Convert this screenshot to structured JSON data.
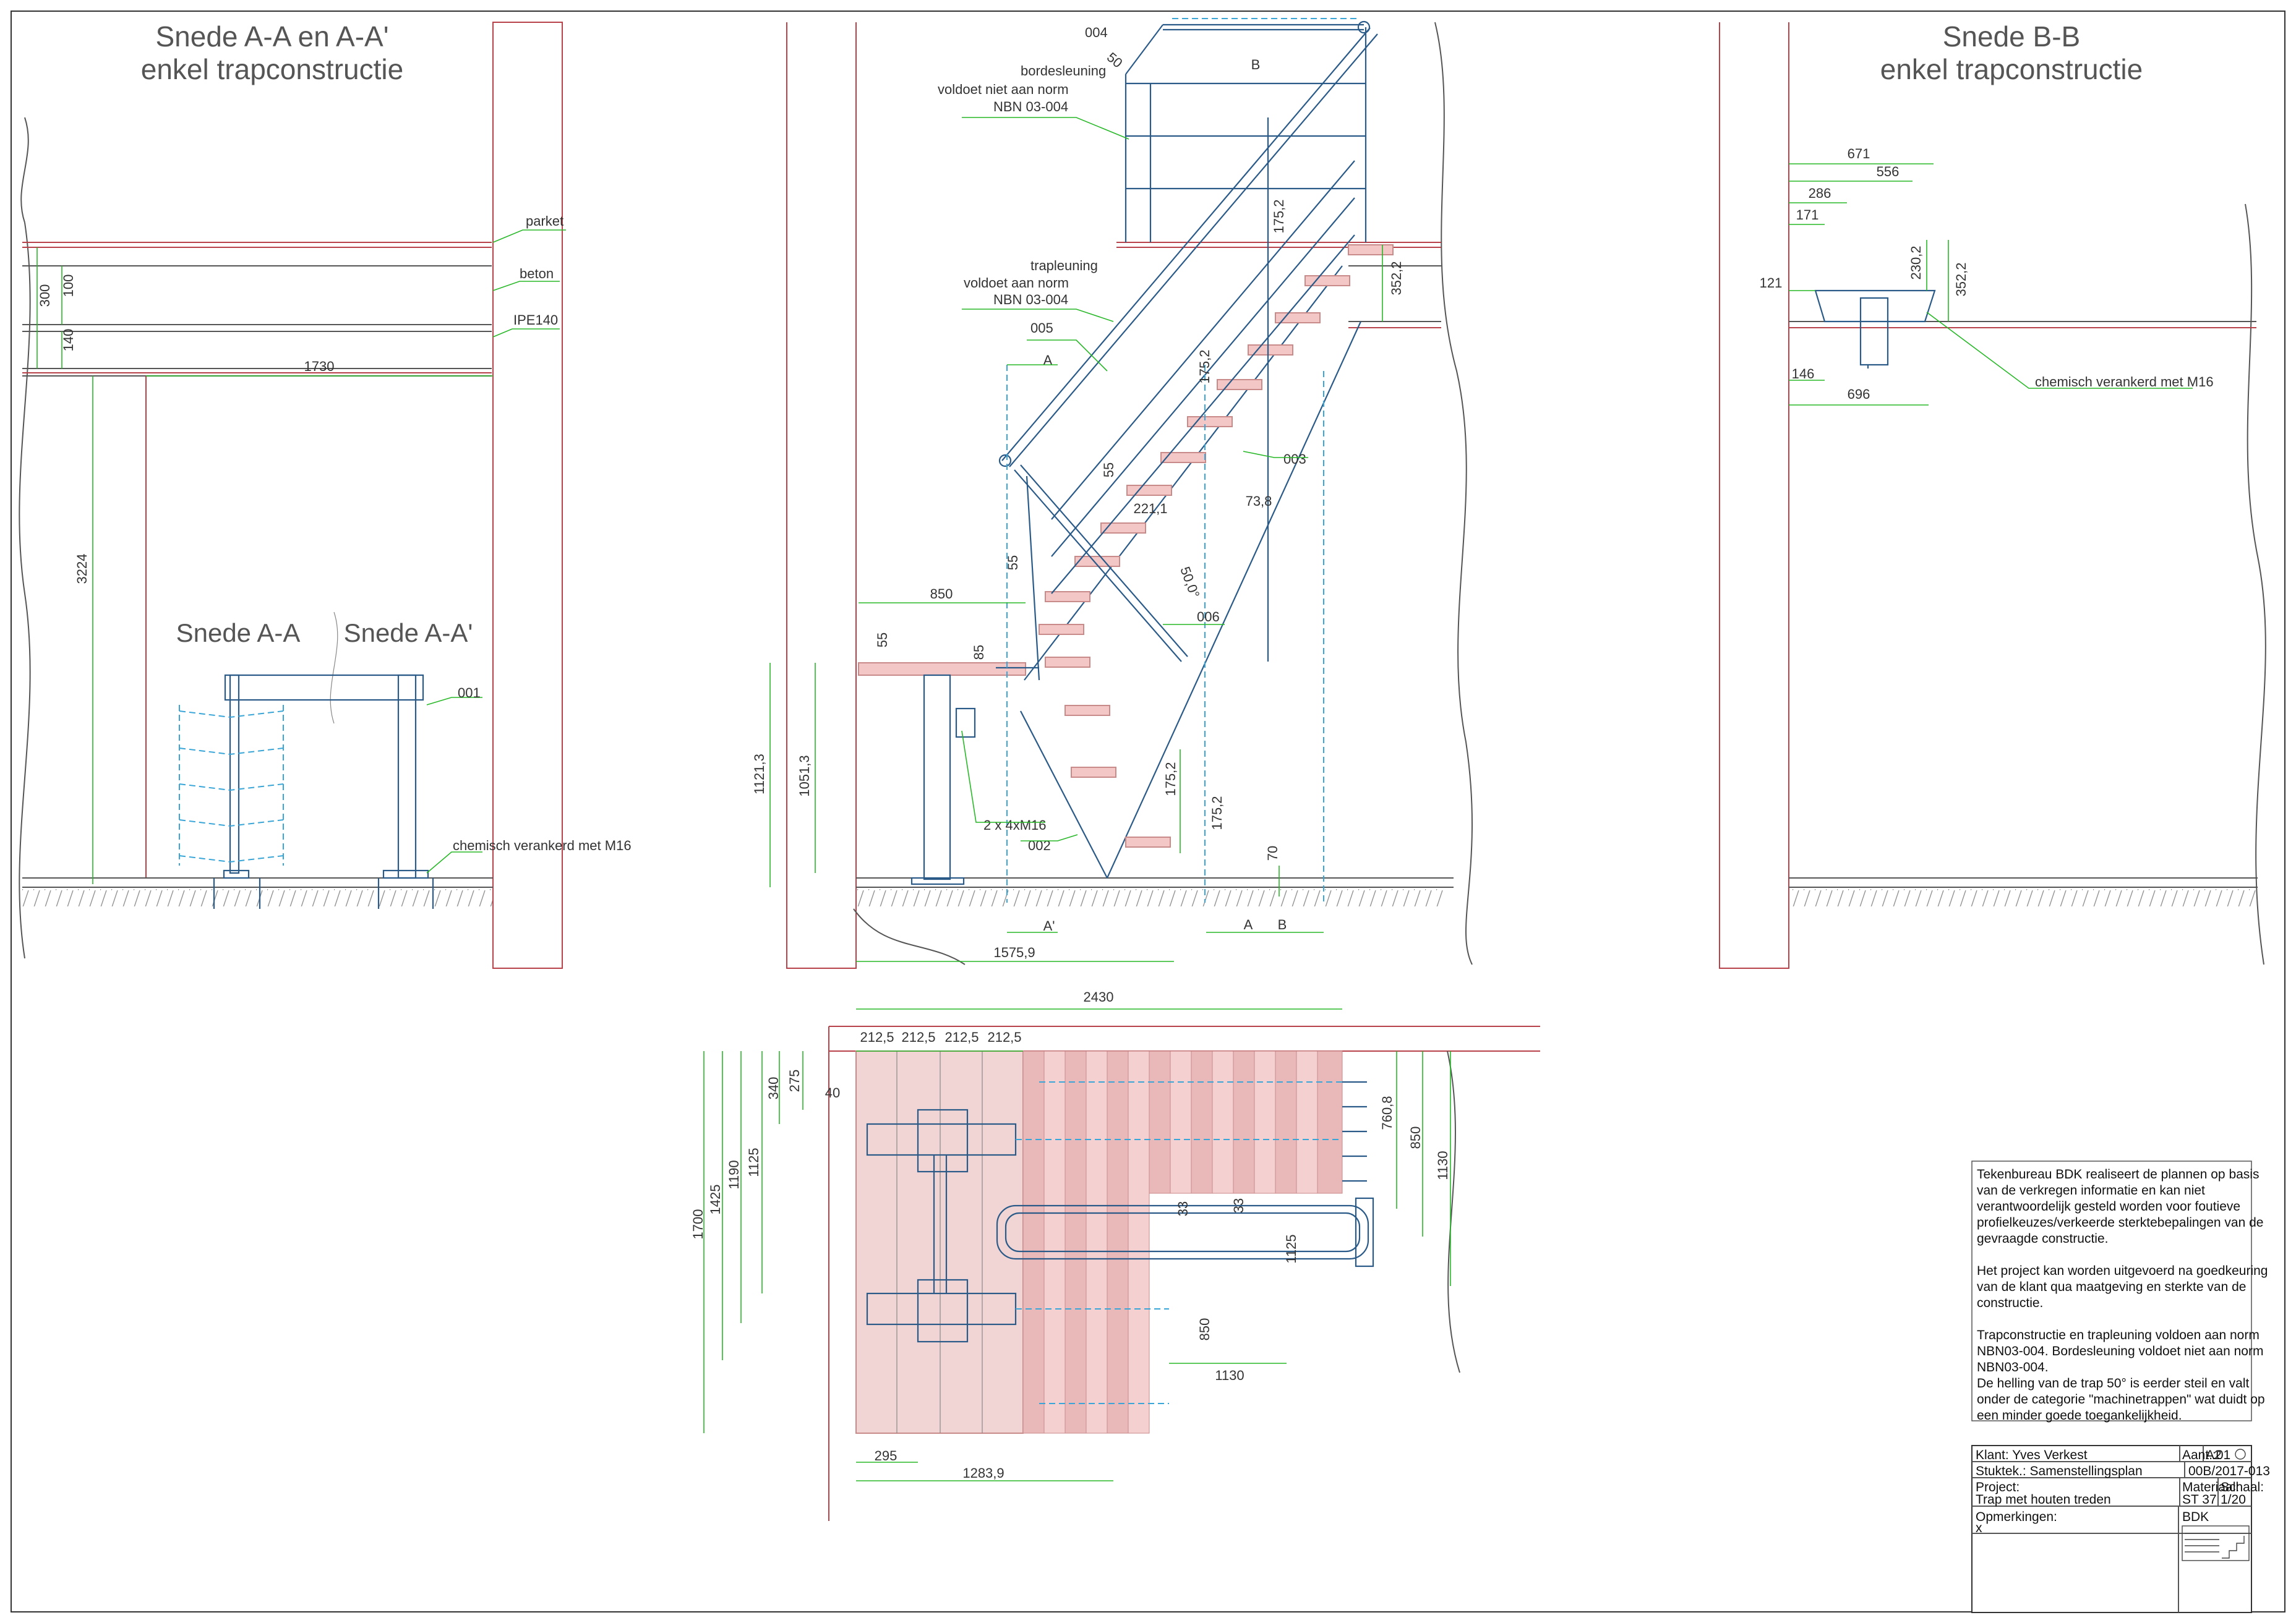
{
  "sections": {
    "section_aa_title": "Snede A-A en A-A'",
    "section_aa_subtitle": "enkel trapconstructie",
    "section_bb_title": "Snede B-B",
    "section_bb_subtitle": "enkel trapconstructie",
    "snede_aa": "Snede A-A",
    "snede_aa_prime": "Snede A-A'"
  },
  "labels": {
    "parket": "parket",
    "beton": "beton",
    "ipe140": "IPE140",
    "chem1": "chemisch verankerd met M16",
    "chem2": "chemisch verankerd met M16",
    "bordes_1": "bordesleuning",
    "bordes_2": "voldoet niet aan norm",
    "bordes_3": "NBN 03-004",
    "trap_1": "trapleuning",
    "trap_2": "voldoet aan norm",
    "trap_3": "NBN 03-004",
    "bolts": "2 x 4xM16",
    "angle": "50,0°"
  },
  "parts": {
    "p001": "001",
    "p002": "002",
    "p003": "003",
    "p004": "004",
    "p005": "005",
    "p006": "006"
  },
  "section_marks": {
    "a": "A",
    "a_prime": "A'",
    "b": "B"
  },
  "dims": {
    "d300": "300",
    "d100": "100",
    "d140": "140",
    "d1730": "1730",
    "d3224": "3224",
    "d850": "850",
    "d55a": "55",
    "d85": "85",
    "d1121": "1121,3",
    "d1051": "1051,3",
    "d1575": "1575,9",
    "d70": "70",
    "d175a": "175,2",
    "d175b": "175,2",
    "d175c": "175,2",
    "d175d": "175,2",
    "d352a": "352,2",
    "d55b": "55",
    "d55c": "55",
    "d221": "221,1",
    "d738": "73,8",
    "d50": "50",
    "bb671": "671",
    "bb556": "556",
    "bb286": "286",
    "bb171": "171",
    "bb121": "121",
    "bb146": "146",
    "bb696": "696",
    "bb230": "230,2",
    "bb352": "352,2",
    "p2430": "2430",
    "p212a": "212,5",
    "p212b": "212,5",
    "p212c": "212,5",
    "p212d": "212,5",
    "p340": "340",
    "p275": "275",
    "p40": "40",
    "p1700": "1700",
    "p1425": "1425",
    "p1190": "1190",
    "p1125a": "1125",
    "p760": "760,8",
    "p850a": "850",
    "p1130a": "1130",
    "p33a": "33",
    "p33b": "33",
    "p1125b": "1125",
    "p850b": "850",
    "p1130b": "1130",
    "p295": "295",
    "p1283": "1283,9"
  },
  "notes": {
    "n1": "Tekenbureau BDK realiseert de plannen op basis",
    "n2": "van de verkregen informatie en kan niet",
    "n3": "verantwoordelijk gesteld worden voor foutieve",
    "n4": "profielkeuzes/verkeerde sterktebepalingen van de",
    "n5": "gevraagde constructie.",
    "n6": "Het project kan worden uitgevoerd na goedkeuring",
    "n7": "van de klant qua maatgeving en sterkte van de",
    "n8": "constructie.",
    "n9": "Trapconstructie en trapleuning voldoen aan norm",
    "n10": "NBN03-004. Bordesleuning voldoet niet aan norm",
    "n11": "NBN03-004.",
    "n12": "De helling van de trap 50° is eerder steil en valt",
    "n13": "onder de categorie \"machinetrappen\" wat duidt op",
    "n14": "een minder goede toegankelijkheid."
  },
  "title_block": {
    "klant": "Klant: Yves Verkest",
    "aant": "Aant.:01",
    "format": "A2",
    "stuktek": "Stuktek.: Samenstellingsplan",
    "nummer": "00B/2017-013",
    "project_label": "Project:",
    "project_value": "Trap met houten treden",
    "materiaal_label": "Materiaal:",
    "materiaal_value": "ST 37",
    "schaal_label": "Schaal:",
    "schaal_value": "1/20",
    "opmerkingen_label": "Opmerkingen:",
    "opmerkingen_value": "x",
    "company": "BDK"
  },
  "colors": {
    "dimension": "#28b828",
    "wall": "#b8424a",
    "steel": "#2a5a88",
    "hidden": "#3aa6d8",
    "tread": "#f4c7c7",
    "tread_dark": "#c98a8a"
  }
}
